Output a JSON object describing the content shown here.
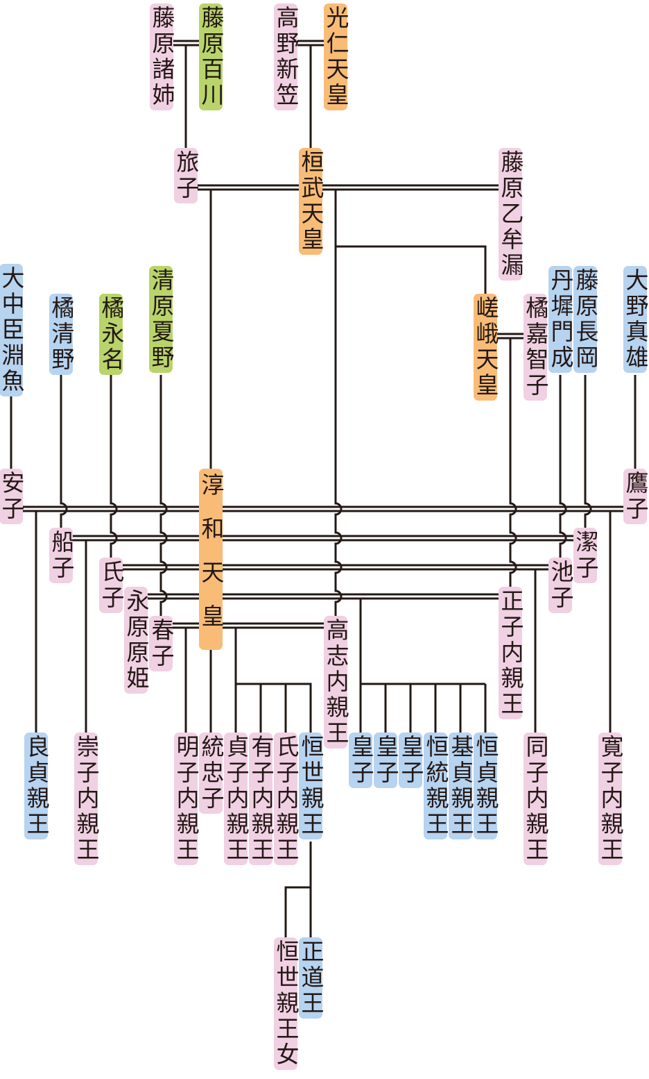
{
  "colors": {
    "pink": "#f0d0e3",
    "green": "#b9d46a",
    "orange": "#f8bc76",
    "blue": "#b6d3f0",
    "line": "#231815"
  },
  "people": [
    {
      "name": "藤原諸姉",
      "color": "pink"
    },
    {
      "name": "藤原百川",
      "color": "green"
    },
    {
      "name": "高野新笠",
      "color": "pink"
    },
    {
      "name": "光仁天皇",
      "color": "orange"
    },
    {
      "name": "旅子",
      "color": "pink"
    },
    {
      "name": "桓武天皇",
      "color": "orange"
    },
    {
      "name": "藤原乙牟漏",
      "color": "pink"
    },
    {
      "name": "大中臣淵魚",
      "color": "blue"
    },
    {
      "name": "橘清野",
      "color": "blue"
    },
    {
      "name": "橘永名",
      "color": "green"
    },
    {
      "name": "清原夏野",
      "color": "green"
    },
    {
      "name": "嵯峨天皇",
      "color": "orange"
    },
    {
      "name": "橘嘉智子",
      "color": "pink"
    },
    {
      "name": "丹墀門成",
      "color": "blue"
    },
    {
      "name": "藤原長岡",
      "color": "blue"
    },
    {
      "name": "大野真雄",
      "color": "blue"
    },
    {
      "name": "安子",
      "color": "pink"
    },
    {
      "name": "淳和天皇",
      "color": "orange"
    },
    {
      "name": "鷹子",
      "color": "pink"
    },
    {
      "name": "船子",
      "color": "pink"
    },
    {
      "name": "潔子",
      "color": "pink"
    },
    {
      "name": "氏子",
      "color": "pink"
    },
    {
      "name": "池子",
      "color": "pink"
    },
    {
      "name": "永原原姫",
      "color": "pink"
    },
    {
      "name": "春子",
      "color": "pink"
    },
    {
      "name": "高志内親王",
      "color": "pink"
    },
    {
      "name": "正子内親王",
      "color": "pink"
    },
    {
      "name": "良貞親王",
      "color": "blue"
    },
    {
      "name": "崇子内親王",
      "color": "pink"
    },
    {
      "name": "明子内親王",
      "color": "pink"
    },
    {
      "name": "統忠子",
      "color": "pink"
    },
    {
      "name": "貞子内親王",
      "color": "pink"
    },
    {
      "name": "有子内親王",
      "color": "pink"
    },
    {
      "name": "氏子内親王",
      "color": "pink"
    },
    {
      "name": "恒世親王",
      "color": "blue"
    },
    {
      "name": "皇子",
      "color": "blue"
    },
    {
      "name": "皇子",
      "color": "blue"
    },
    {
      "name": "皇子",
      "color": "blue"
    },
    {
      "name": "恒統親王",
      "color": "blue"
    },
    {
      "name": "基貞親王",
      "color": "blue"
    },
    {
      "name": "恒貞親王",
      "color": "blue"
    },
    {
      "name": "同子内親王",
      "color": "pink"
    },
    {
      "name": "寛子内親王",
      "color": "pink"
    },
    {
      "name": "恒世親王女",
      "color": "pink"
    },
    {
      "name": "正道王",
      "color": "blue"
    }
  ]
}
